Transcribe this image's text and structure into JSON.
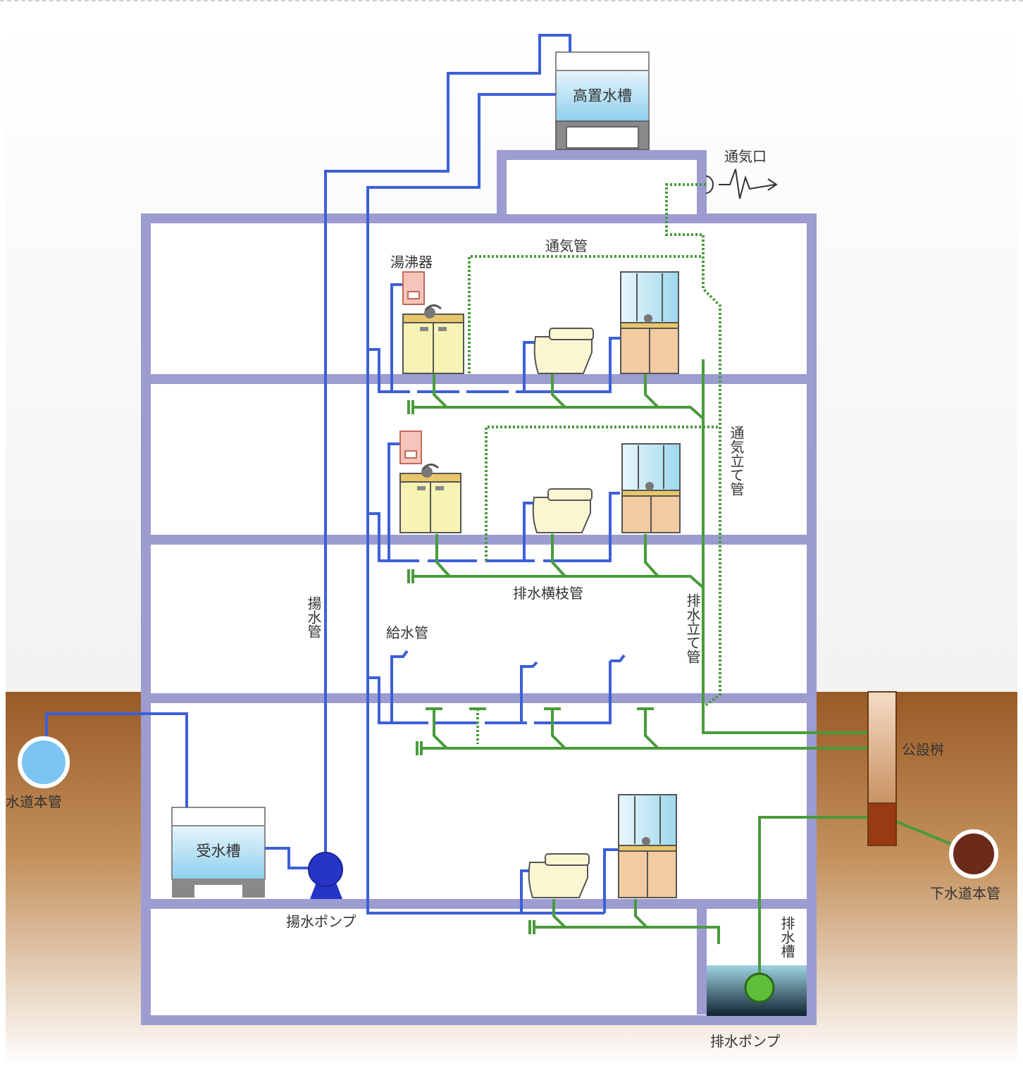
{
  "labels": {
    "elevated_tank": "高置水槽",
    "vent_opening": "通気口",
    "vent_pipe": "通気管",
    "water_heater": "湯沸器",
    "vent_stack": "通気立て管",
    "drain_branch": "排水横枝管",
    "drain_stack": "排水立て管",
    "lift_pipe": "揚水管",
    "supply_pipe": "給水管",
    "public_inlet": "公設桝",
    "water_main": "水道本管",
    "receiving_tank": "受水槽",
    "lift_pump": "揚水ポンプ",
    "sewer_main": "下水道本管",
    "drain_tank": "排水槽",
    "drain_pump": "排水ポンプ"
  },
  "colors": {
    "structure": "#9c9cd0",
    "supply": "#3d5fd8",
    "drain": "#4a9a3c",
    "vent": "#4a9a3c",
    "soil": "#a0622d",
    "sink_cabinet": "#f7f3b5",
    "vanity_cabinet": "#f2cba0",
    "water_heater": "#f5c5bc"
  }
}
